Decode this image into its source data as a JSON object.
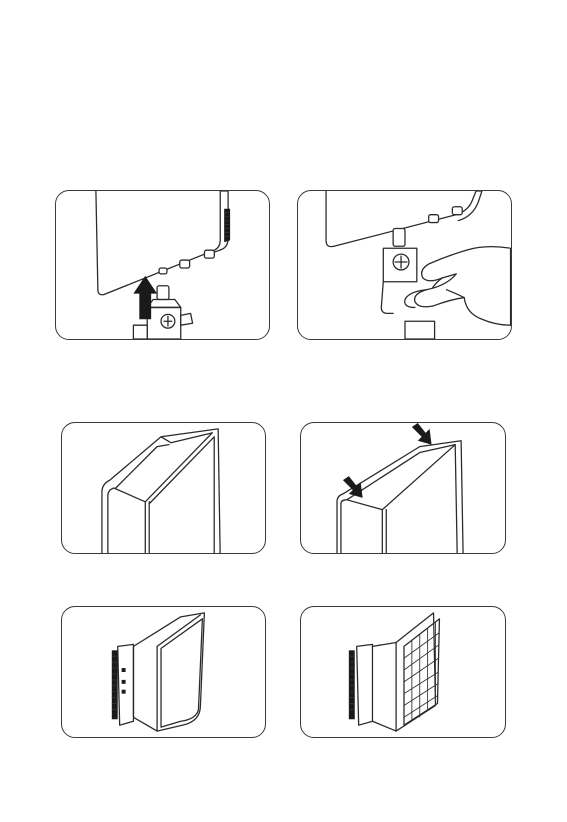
{
  "figures": [
    {
      "id": "fig-1",
      "content": "light-panel-mounting-arrow-up"
    },
    {
      "id": "fig-2",
      "content": "hand-tightening-mount-knob"
    },
    {
      "id": "fig-3",
      "content": "softbox-frame"
    },
    {
      "id": "fig-4",
      "content": "softbox-frame-with-arrows"
    },
    {
      "id": "fig-5",
      "content": "softbox-attached-to-panel"
    },
    {
      "id": "fig-6",
      "content": "honeycomb-grid-attached"
    }
  ],
  "colors": {
    "line": "#2a2a2a",
    "border": "#3a3a3a",
    "background": "#ffffff"
  }
}
